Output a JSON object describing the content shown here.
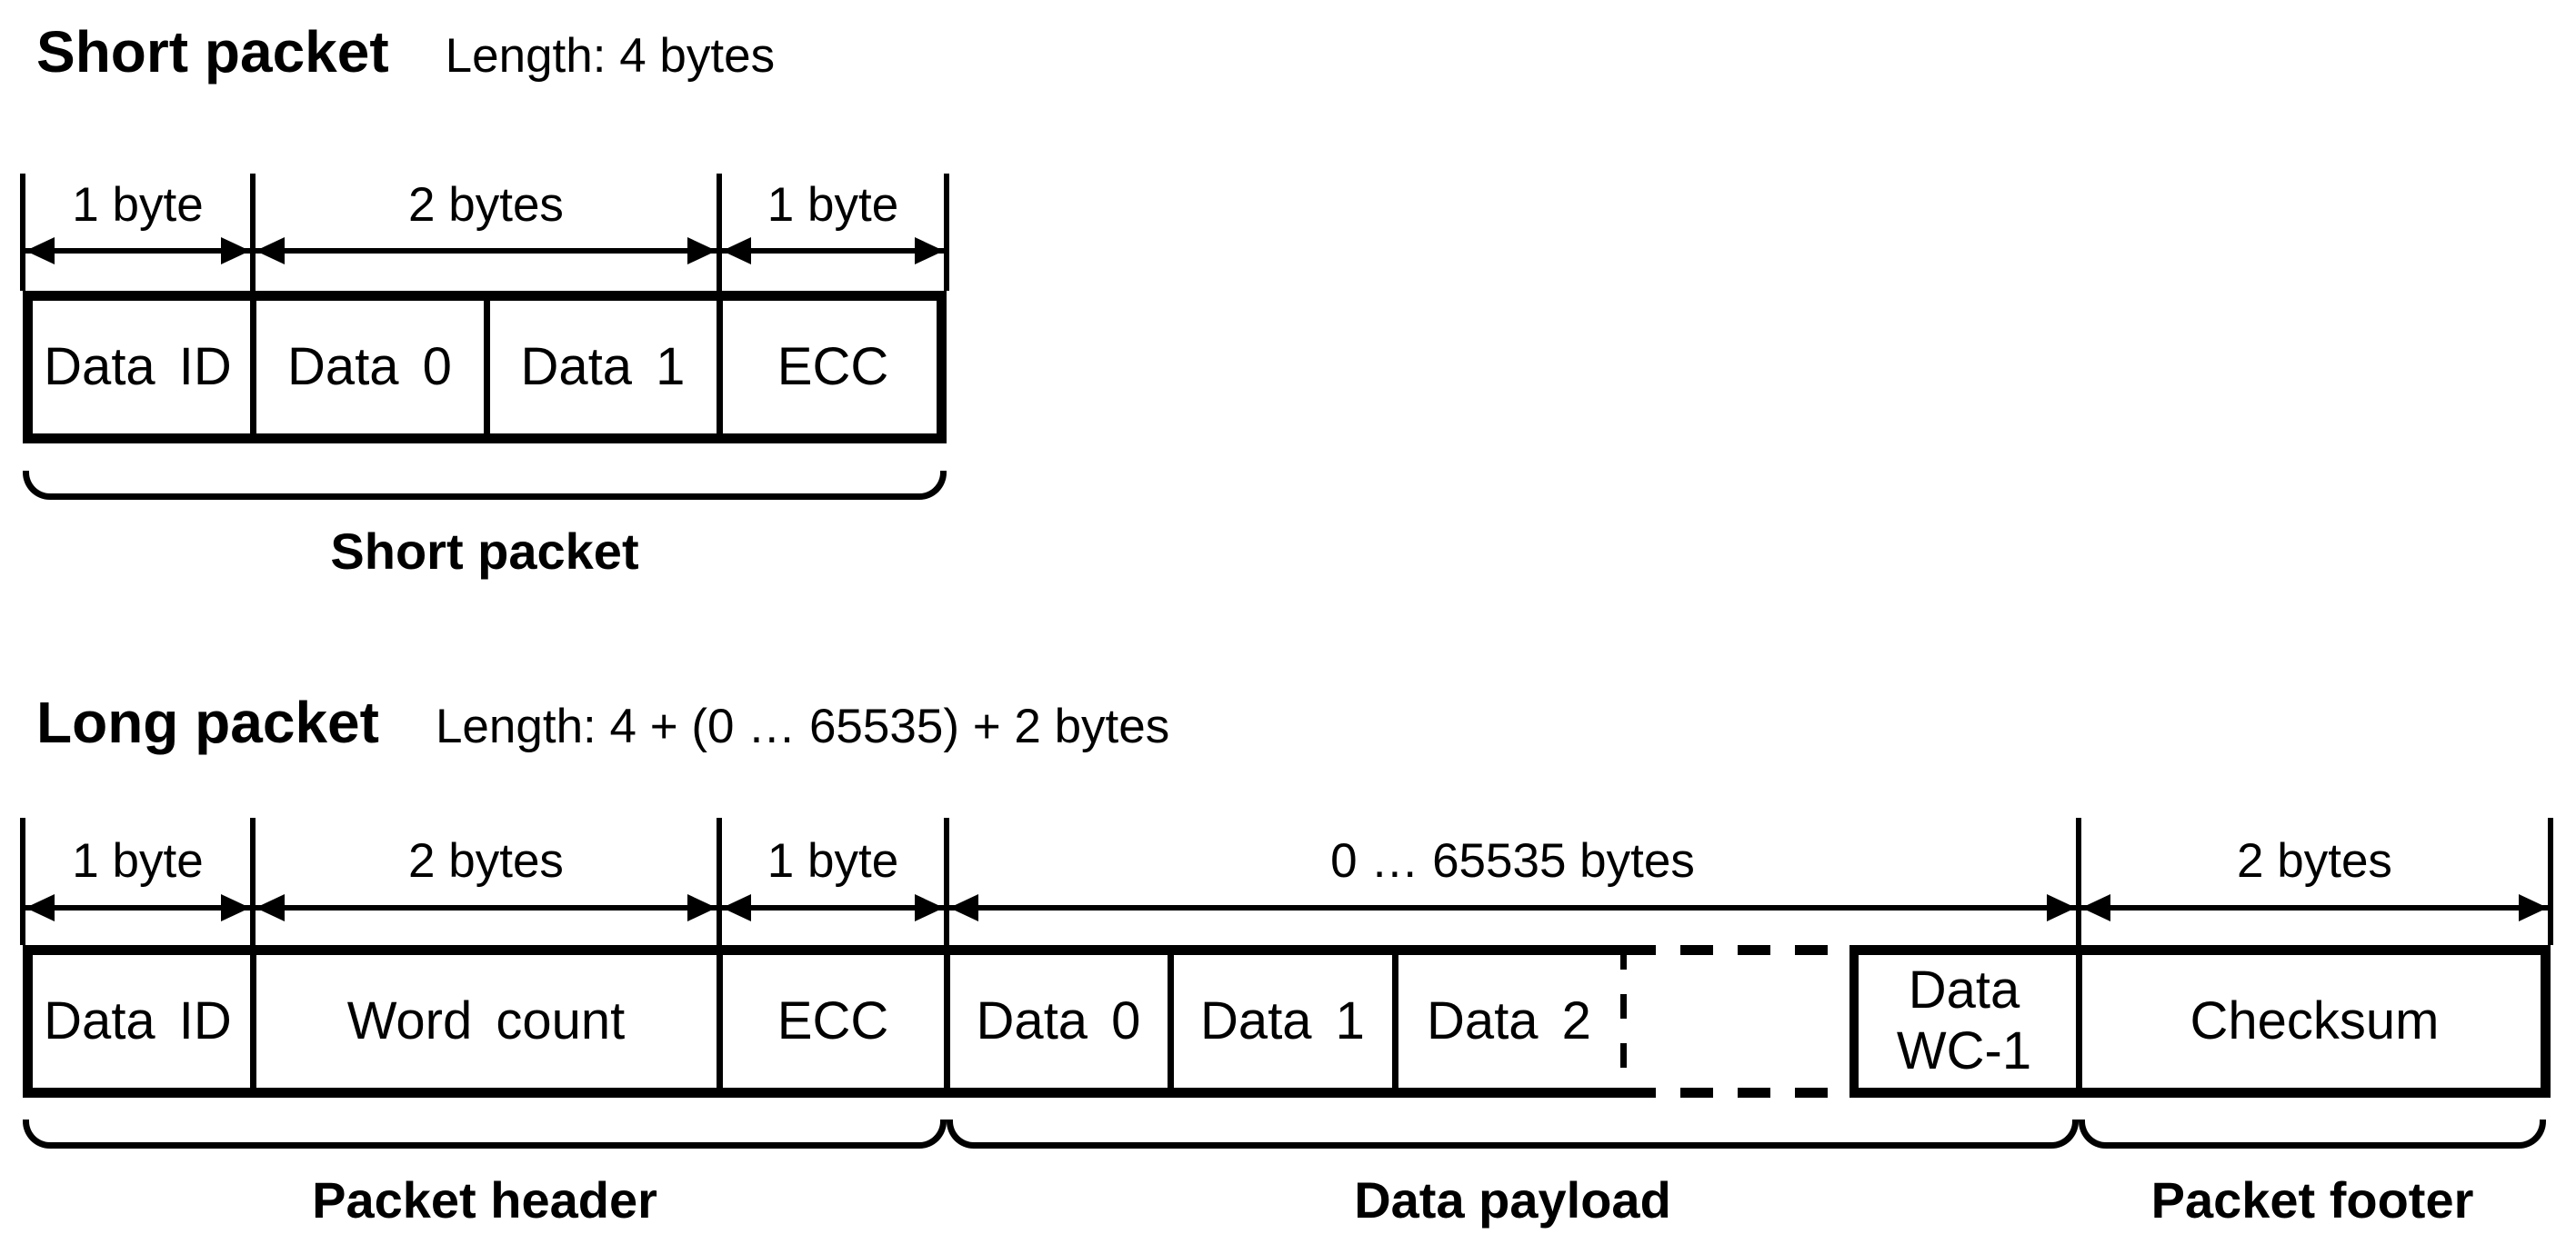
{
  "colors": {
    "ink": "#000000",
    "background": "#ffffff"
  },
  "short_packet": {
    "title": "Short packet",
    "length_label": "Length: 4 bytes",
    "span_labels": [
      "1 byte",
      "2 bytes",
      "1 byte"
    ],
    "cell_labels": [
      "Data ID",
      "Data 0",
      "Data 1",
      "ECC"
    ],
    "brace_label": "Short packet"
  },
  "long_packet": {
    "title": "Long packet",
    "length_label": "Length: 4 + (0 … 65535) + 2 bytes",
    "span_labels": [
      "1 byte",
      "2 bytes",
      "1 byte",
      "0 … 65535 bytes",
      "2 bytes"
    ],
    "cell_labels": [
      "Data ID",
      "Word count",
      "ECC",
      "Data 0",
      "Data 1",
      "Data 2",
      "Data\nWC-1",
      "Checksum"
    ],
    "brace_labels": [
      "Packet header",
      "Data payload",
      "Packet footer"
    ]
  }
}
